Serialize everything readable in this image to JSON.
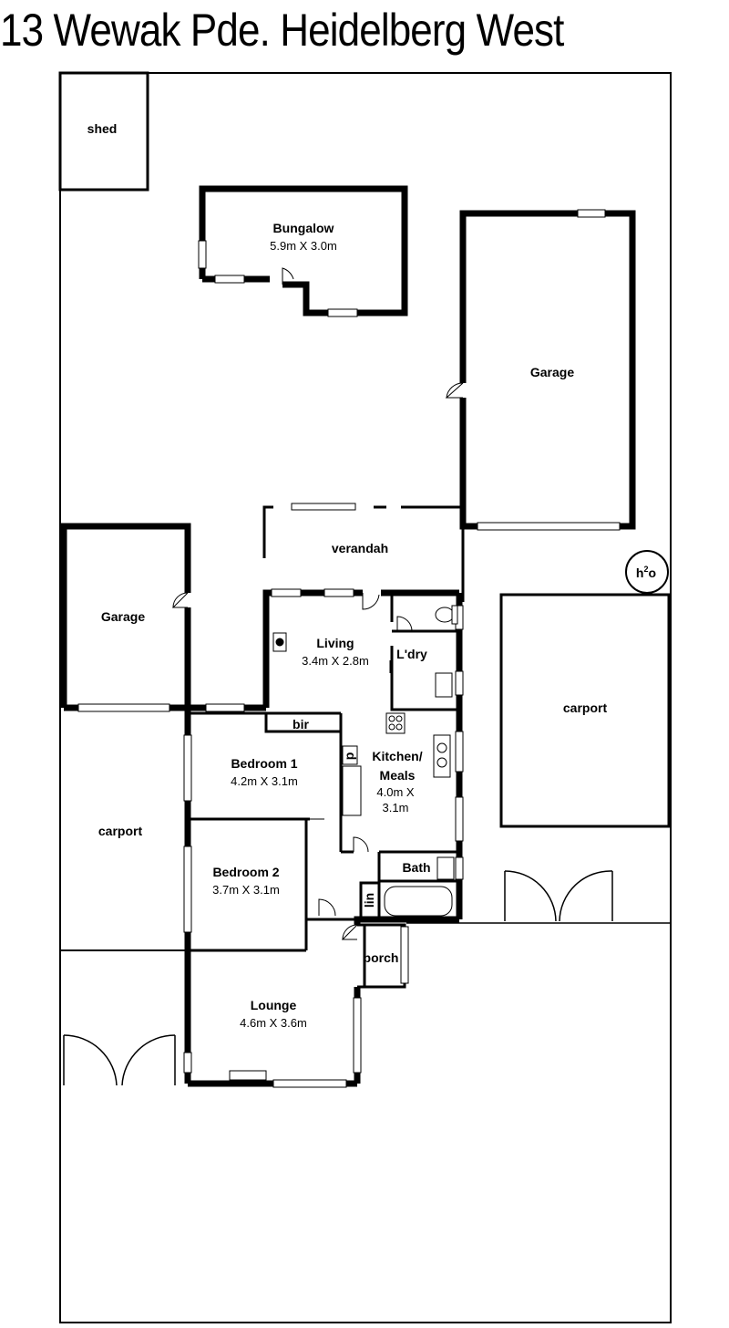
{
  "title": "13 Wewak Pde. Heidelberg West",
  "rooms": {
    "shed": {
      "name": "shed"
    },
    "bungalow": {
      "name": "Bungalow",
      "dims": "5.9m X 3.0m"
    },
    "garage_rear": {
      "name": "Garage"
    },
    "verandah": {
      "name": "verandah"
    },
    "garage_left": {
      "name": "Garage"
    },
    "living": {
      "name": "Living",
      "dims": "3.4m X 2.8m"
    },
    "laundry": {
      "name": "L'dry"
    },
    "carport_right": {
      "name": "carport"
    },
    "bir": {
      "name": "bir"
    },
    "bedroom1": {
      "name": "Bedroom 1",
      "dims": "4.2m X 3.1m"
    },
    "kitchen": {
      "name1": "Kitchen/",
      "name2": "Meals",
      "dims1": "4.0m X",
      "dims2": "3.1m"
    },
    "carport_left": {
      "name": "carport"
    },
    "bedroom2": {
      "name": "Bedroom 2",
      "dims": "3.7m X 3.1m"
    },
    "bath": {
      "name": "Bath"
    },
    "linen": {
      "name": "lin"
    },
    "pantry": {
      "name": "p"
    },
    "porch": {
      "name": "porch"
    },
    "lounge": {
      "name": "Lounge",
      "dims": "4.6m X 3.6m"
    }
  },
  "symbols": {
    "water_tank": {
      "base": "h",
      "sup": "2",
      "tail": "o"
    }
  }
}
